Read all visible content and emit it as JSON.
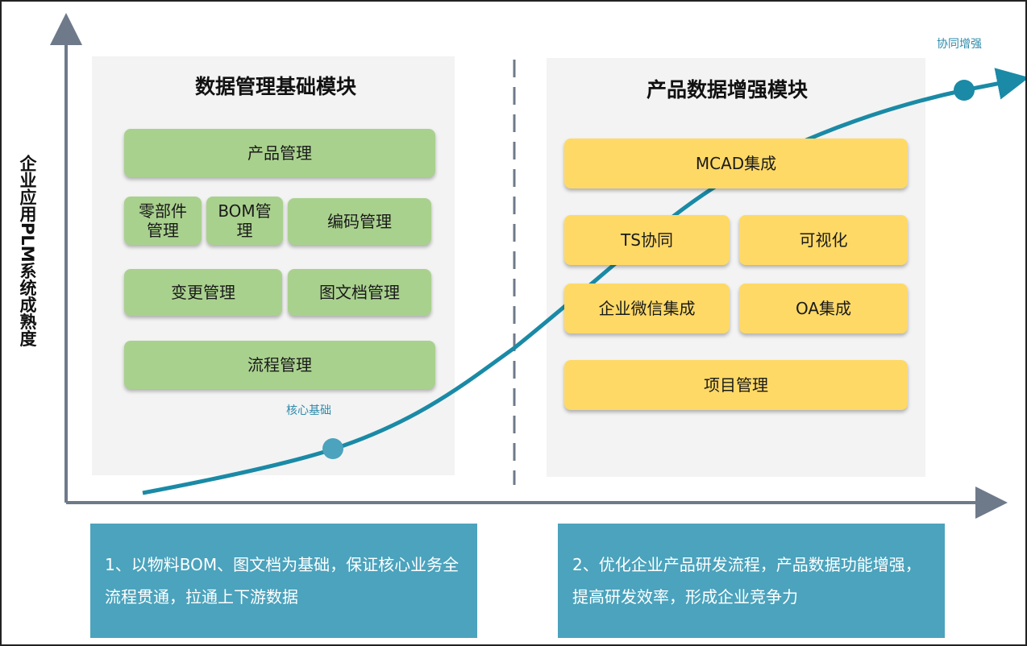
{
  "axis": {
    "y_label": "企业应用PLM系统成熟度"
  },
  "left_module": {
    "title": "数据管理基础模块",
    "boxes": {
      "product": "产品管理",
      "parts": "零部件管理",
      "bom": "BOM管理",
      "coding": "编码管理",
      "change": "变更管理",
      "document": "图文档管理",
      "workflow": "流程管理"
    },
    "note": "核心基础"
  },
  "right_module": {
    "title": "产品数据增强模块",
    "boxes": {
      "mcad": "MCAD集成",
      "ts": "TS协同",
      "visual": "可视化",
      "wechat": "企业微信集成",
      "oa": "OA集成",
      "project": "项目管理"
    },
    "note": "协同增强"
  },
  "bottom": {
    "left_text": "1、以物料BOM、图文档为基础，保证核心业务全流程贯通，拉通上下游数据",
    "right_text": "2、优化企业产品研发流程，产品数据功能增强，提高研发效率，形成企业竞争力"
  },
  "colors": {
    "green": "#a9d18e",
    "yellow": "#ffd966",
    "curve": "#1a8aa6",
    "blue_box": "#4ba3bd",
    "axis": "#6e7a8a"
  }
}
